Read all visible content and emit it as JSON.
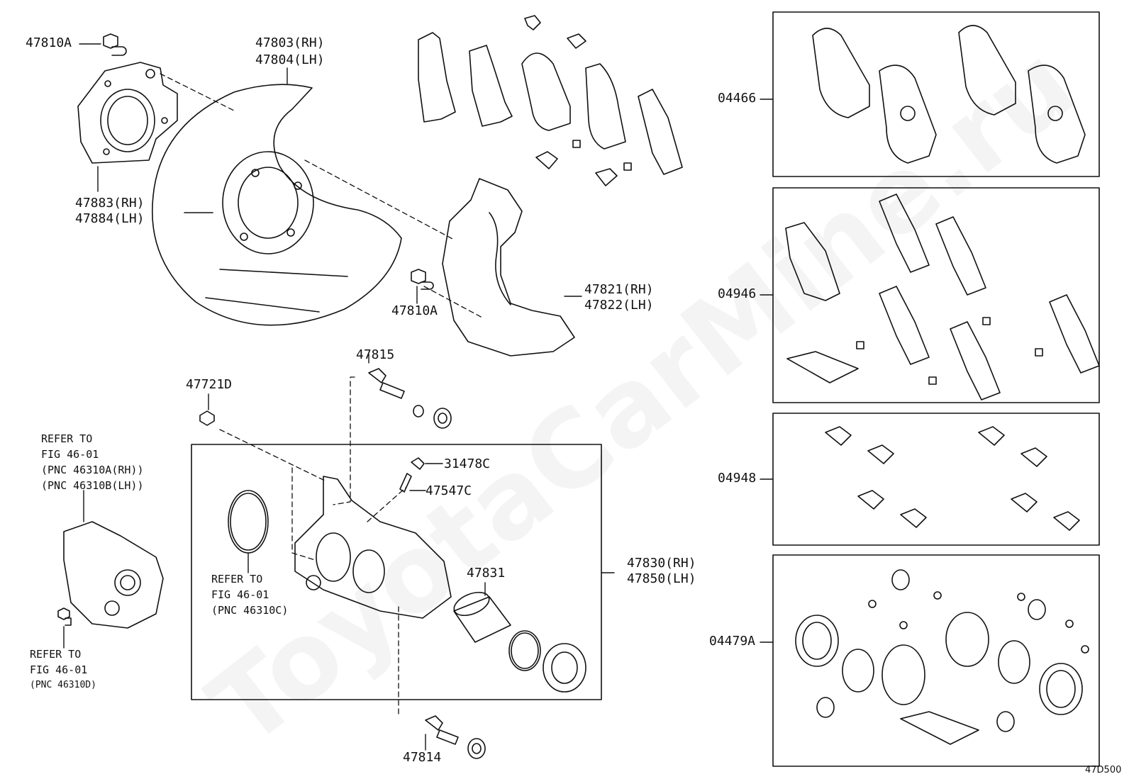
{
  "watermark": "ToyotaCarMine.ru",
  "figure_code": "47D500",
  "labels": {
    "p47810A_top": "47810A",
    "p47803": "47803(RH)",
    "p47804": "47804(LH)",
    "p47883": "47883(RH)",
    "p47884": "47884(LH)",
    "p47810A_mid": "47810A",
    "p47821": "47821(RH)",
    "p47822": "47822(LH)",
    "p47815": "47815",
    "p47721D": "47721D",
    "p31478C": "31478C",
    "p47547C": "47547C",
    "p47831": "47831",
    "p47830": "47830(RH)",
    "p47850": "47850(LH)",
    "p47814": "47814",
    "k04466": "04466",
    "k04946": "04946",
    "k04948": "04948",
    "k04479A": "04479A"
  },
  "refer_a": [
    "REFER TO",
    "FIG 46-01",
    "(PNC 46310A(RH))",
    "(PNC 46310B(LH))"
  ],
  "refer_c": [
    "REFER TO",
    "FIG 46-01",
    "(PNC 46310C)"
  ],
  "refer_d": [
    "REFER TO",
    "FIG 46-01",
    "(PNC 46310D)"
  ]
}
